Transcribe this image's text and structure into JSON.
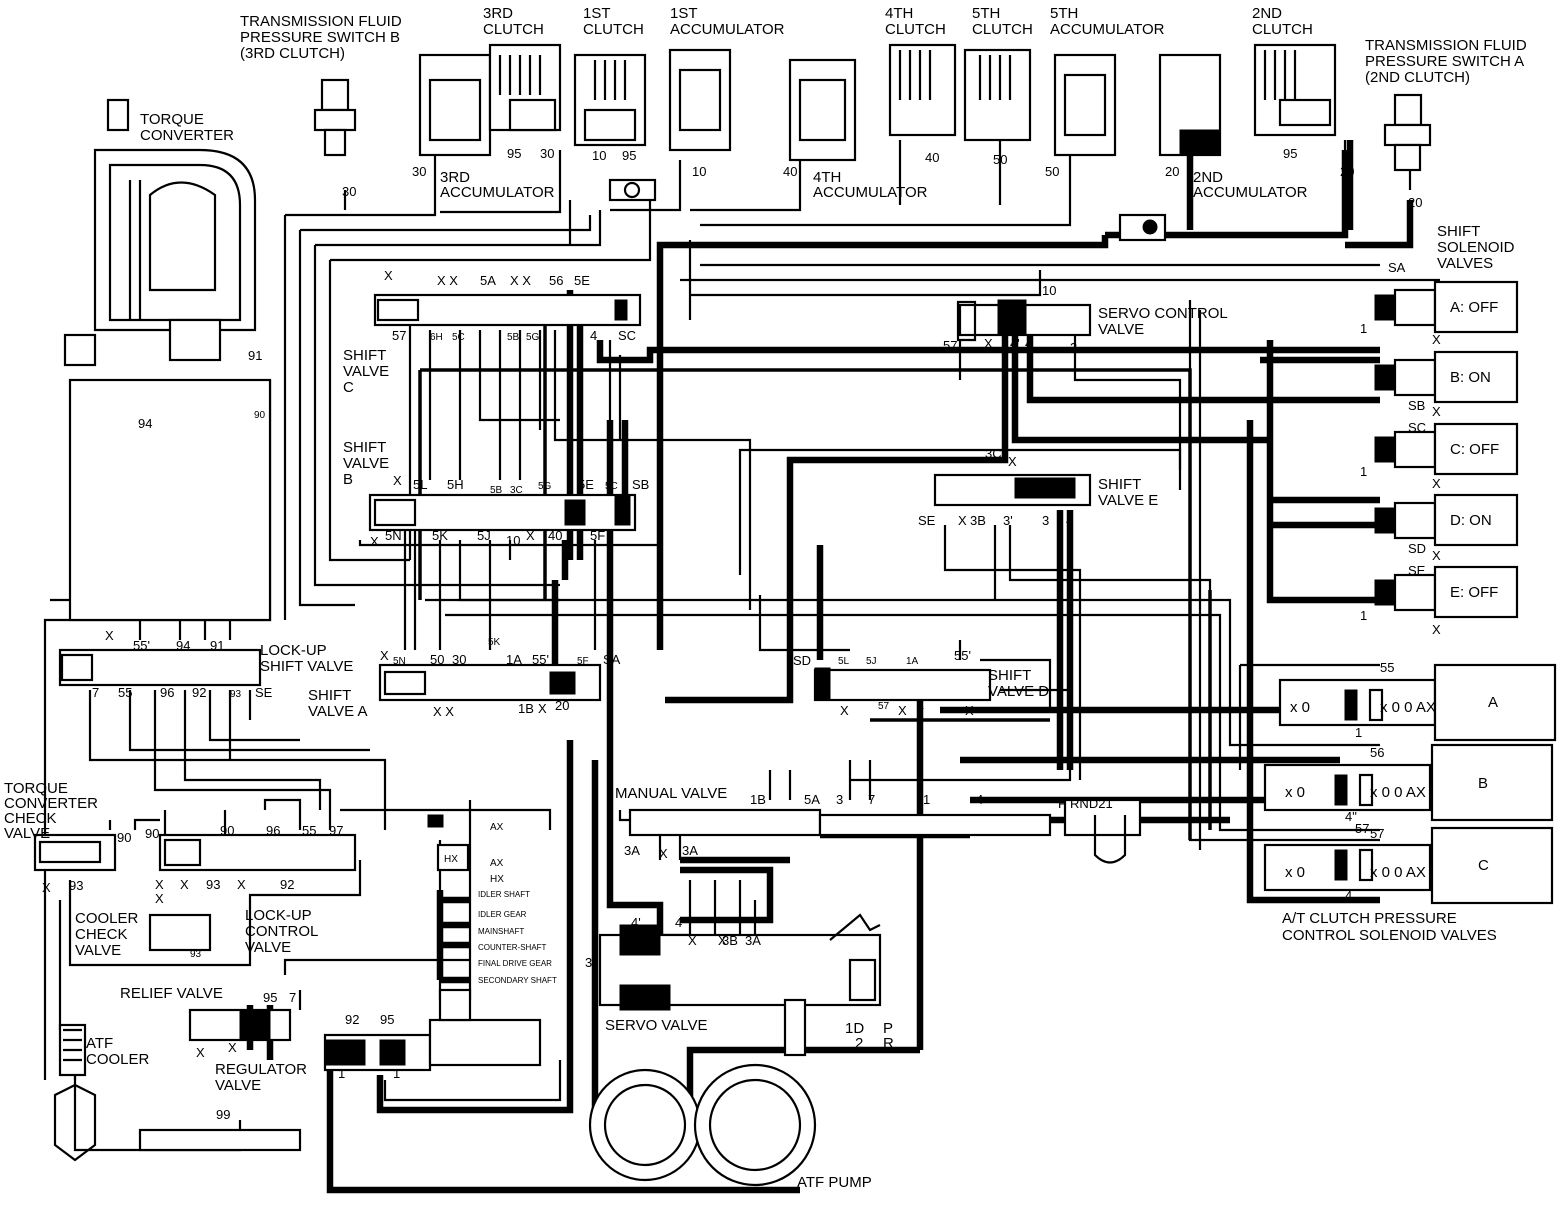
{
  "title": "",
  "components": {
    "torque_converter": "TORQUE CONVERTER",
    "tc_check_valve": "TORQUE CONVERTER CHECK VALVE",
    "cooler_check_valve": "COOLER CHECK VALVE",
    "atf_cooler": "ATF COOLER",
    "relief_valve": "RELIEF VALVE",
    "regulator_valve": "REGULATOR VALVE",
    "lockup_shift_valve": "LOCK-UP SHIFT VALVE",
    "lockup_control_valve": "LOCK-UP CONTROL VALVE",
    "shift_valve_a": "SHIFT VALVE A",
    "shift_valve_b": "SHIFT VALVE B",
    "shift_valve_c": "SHIFT VALVE C",
    "shift_valve_d": "SHIFT VALVE D",
    "shift_valve_e": "SHIFT VALVE E",
    "servo_control_valve": "SERVO CONTROL VALVE",
    "manual_valve": "MANUAL VALVE",
    "servo_valve": "SERVO VALVE",
    "atf_pump": "ATF PUMP",
    "pressure_switch_b": "TRANSMISSION FLUID PRESSURE SWITCH B (3RD CLUTCH)",
    "pressure_switch_a": "TRANSMISSION FLUID PRESSURE SWITCH A (2ND CLUTCH)",
    "clutch_3rd": "3RD CLUTCH",
    "clutch_1st": "1ST CLUTCH",
    "accum_1st": "1ST ACCUMULATOR",
    "clutch_4th": "4TH CLUTCH",
    "clutch_5th": "5TH CLUTCH",
    "accum_5th": "5TH ACCUMULATOR",
    "clutch_2nd": "2ND CLUTCH",
    "accum_3rd": "3RD ACCUMULATOR",
    "accum_4th": "4TH ACCUMULATOR",
    "accum_2nd": "2ND ACCUMULATOR",
    "shift_solenoids": "SHIFT SOLENOID VALVES",
    "clutch_pressure_solenoids": "A/T CLUTCH PRESSURE CONTROL SOLENOID VALVES"
  },
  "solenoids": [
    {
      "port": "SA",
      "label": "A: OFF"
    },
    {
      "port": "SB",
      "label": "B: ON"
    },
    {
      "port": "SC",
      "label": "C: OFF"
    },
    {
      "port": "SD",
      "label": "D: ON"
    },
    {
      "port": "SE",
      "label": "E: OFF"
    }
  ],
  "pressure_solenoids": [
    {
      "name": "A",
      "port": "55",
      "out": "1"
    },
    {
      "name": "B",
      "port": "56",
      "out": "4\""
    },
    {
      "name": "C",
      "port": "57",
      "out": "4"
    }
  ],
  "shaft_labels": [
    "IDLER SHAFT",
    "IDLER GEAR",
    "MAINSHAFT",
    "COUNTER-SHAFT",
    "FINAL DRIVE GEAR",
    "SECONDARY SHAFT"
  ],
  "manual_positions": "P RND21",
  "servo_positions": [
    "1D",
    "2",
    "P",
    "R"
  ],
  "misc": {
    "ax": "AX",
    "hx": "HX",
    "x": "X"
  }
}
